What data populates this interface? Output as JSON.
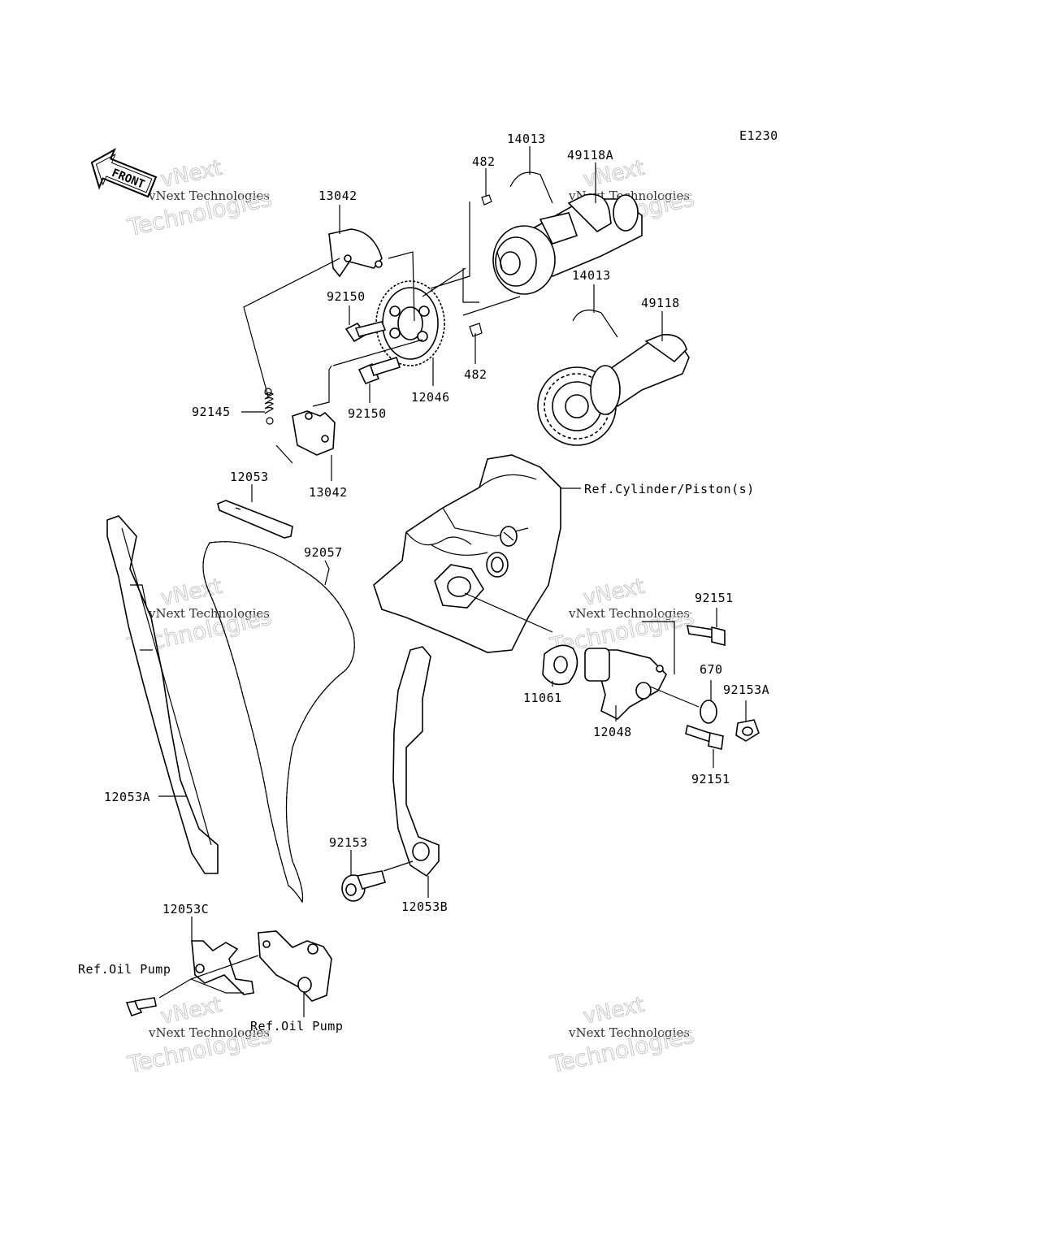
{
  "diagram_code": "E1230",
  "front_label": "FRONT",
  "labels": {
    "p14013_top": "14013",
    "p482_top": "482",
    "p49118A": "49118A",
    "p13042_top": "13042",
    "p92150_top": "92150",
    "p14013_mid": "14013",
    "p49118": "49118",
    "p482_bottom": "482",
    "p12046": "12046",
    "p92145": "92145",
    "p92150_bottom": "92150",
    "p13042_bottom": "13042",
    "p12053": "12053",
    "ref_cylinder": "Ref.Cylinder/Piston(s)",
    "p92057": "92057",
    "p92151_top": "92151",
    "p670": "670",
    "p92153A": "92153A",
    "p11061": "11061",
    "p12048": "12048",
    "p92151_bottom": "92151",
    "p12053A": "12053A",
    "p92153": "92153",
    "p12053B": "12053B",
    "p12053C": "12053C",
    "ref_oil_pump_left": "Ref.Oil Pump",
    "ref_oil_pump_bottom": "Ref.Oil Pump"
  },
  "watermark": {
    "line1": "vNext",
    "line2": "vNext Technologies",
    "line3": "Technologies"
  }
}
